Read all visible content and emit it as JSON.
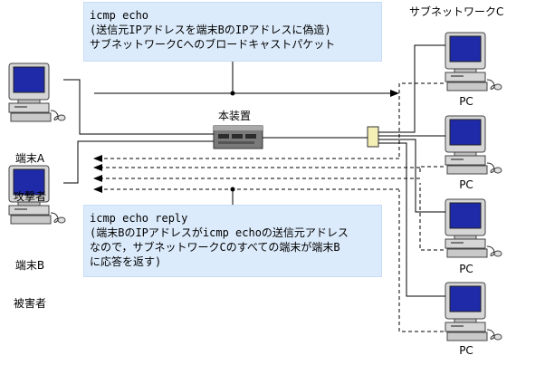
{
  "notes": {
    "attack": [
      "icmp echo",
      "(送信元IPアドレスを端末BのIPアドレスに偽造)",
      "サブネットワークCへのブロードキャストパケット"
    ],
    "reply": [
      "icmp echo reply",
      "(端末BのIPアドレスがicmp echoの送信元アドレス",
      "なので，サブネットワークCのすべての端末が端末B",
      "に応答を返す)"
    ]
  },
  "labels": {
    "subnet": "サブネットワークC",
    "device": "本装置",
    "terminal_a": [
      "端末A",
      "攻撃者"
    ],
    "terminal_b": [
      "端末B",
      "被害者"
    ],
    "pc": [
      "PC",
      "PC",
      "PC",
      "PC"
    ]
  },
  "colors": {
    "note_bg": "#dcebfb",
    "screen": "#1f2aa8"
  }
}
